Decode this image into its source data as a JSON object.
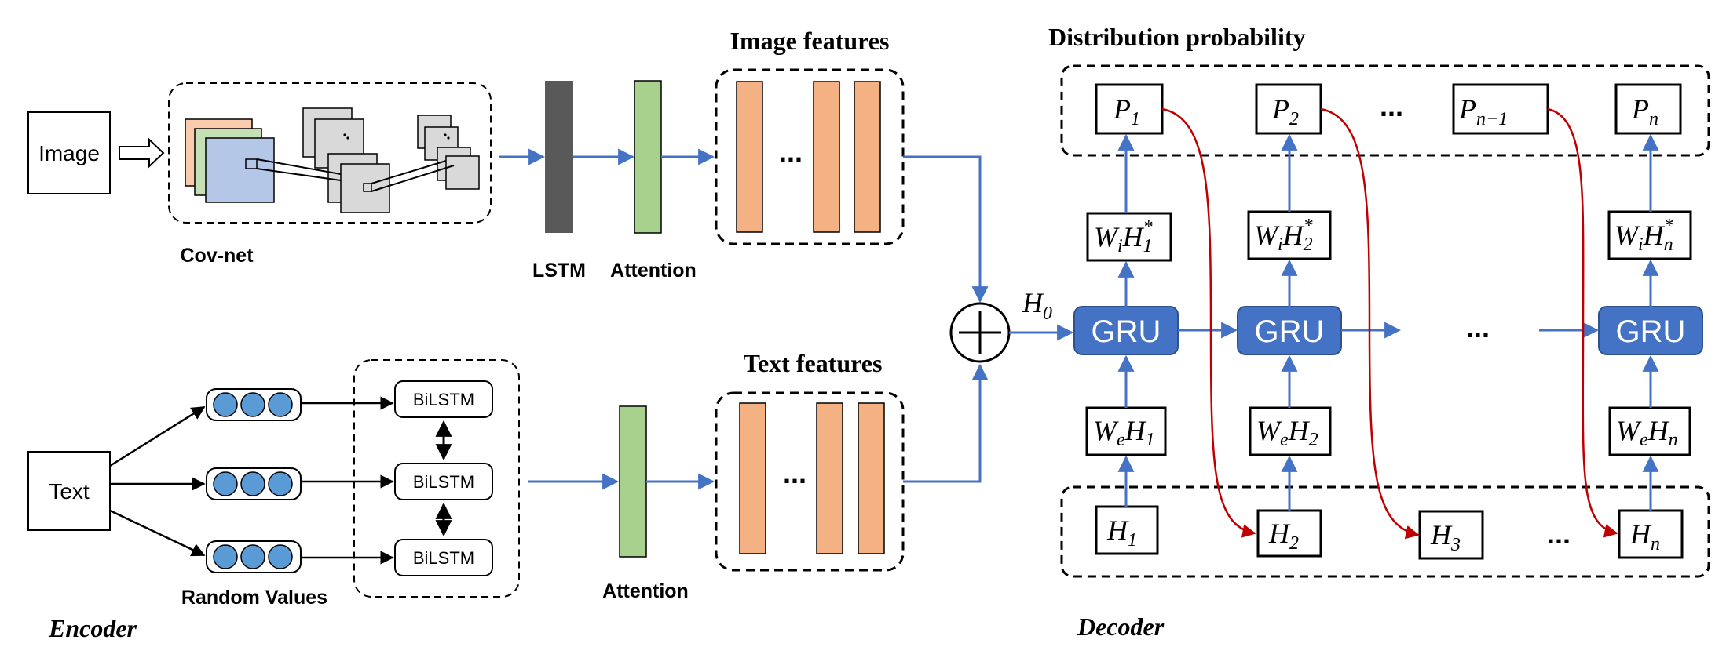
{
  "encoder": {
    "section_label": "Encoder",
    "image_input": "Image",
    "text_input": "Text",
    "convnet_caption": "Cov-net",
    "lstm_caption": "LSTM",
    "attention_image_caption": "Attention",
    "attention_text_caption": "Attention",
    "image_features_title": "Image features",
    "text_features_title": "Text features",
    "ellipsis": "...",
    "bilstm_labels": [
      "BiLSTM",
      "BiLSTM",
      "BiLSTM"
    ],
    "random_values_caption": "Random Values"
  },
  "fusion": {
    "h0_label": "H",
    "h0_sub": "0"
  },
  "decoder": {
    "section_label": "Decoder",
    "distribution_title": "Distribution probability",
    "gru_label": "GRU",
    "ellipsis": "...",
    "probabilities": [
      {
        "base": "P",
        "sub": "1"
      },
      {
        "base": "P",
        "sub": "2"
      },
      {
        "base": "P",
        "sub": "n−1"
      },
      {
        "base": "P",
        "sub": "n"
      }
    ],
    "projections": [
      {
        "w": "W",
        "wsub": "i",
        "h": "H",
        "hsub": "1",
        "sup": "*"
      },
      {
        "w": "W",
        "wsub": "i",
        "h": "H",
        "hsub": "2",
        "sup": "*"
      },
      {
        "w": "W",
        "wsub": "i",
        "h": "H",
        "hsub": "n",
        "sup": "*"
      }
    ],
    "embeddings": [
      {
        "w": "W",
        "wsub": "e",
        "h": "H",
        "hsub": "1"
      },
      {
        "w": "W",
        "wsub": "e",
        "h": "H",
        "hsub": "2"
      },
      {
        "w": "W",
        "wsub": "e",
        "h": "H",
        "hsub": "n"
      }
    ],
    "hidden_inputs": [
      {
        "base": "H",
        "sub": "1"
      },
      {
        "base": "H",
        "sub": "2"
      },
      {
        "base": "H",
        "sub": "3"
      },
      {
        "base": "H",
        "sub": "n"
      }
    ]
  },
  "colors": {
    "blue_arrow": "#4472c4",
    "gru_fill": "#4472c4",
    "red_arrow": "#c00000",
    "feature_orange": "#f4b183",
    "attention_green": "#a9d18e",
    "lstm_gray": "#595959",
    "circle_blue": "#5b9bd5"
  }
}
